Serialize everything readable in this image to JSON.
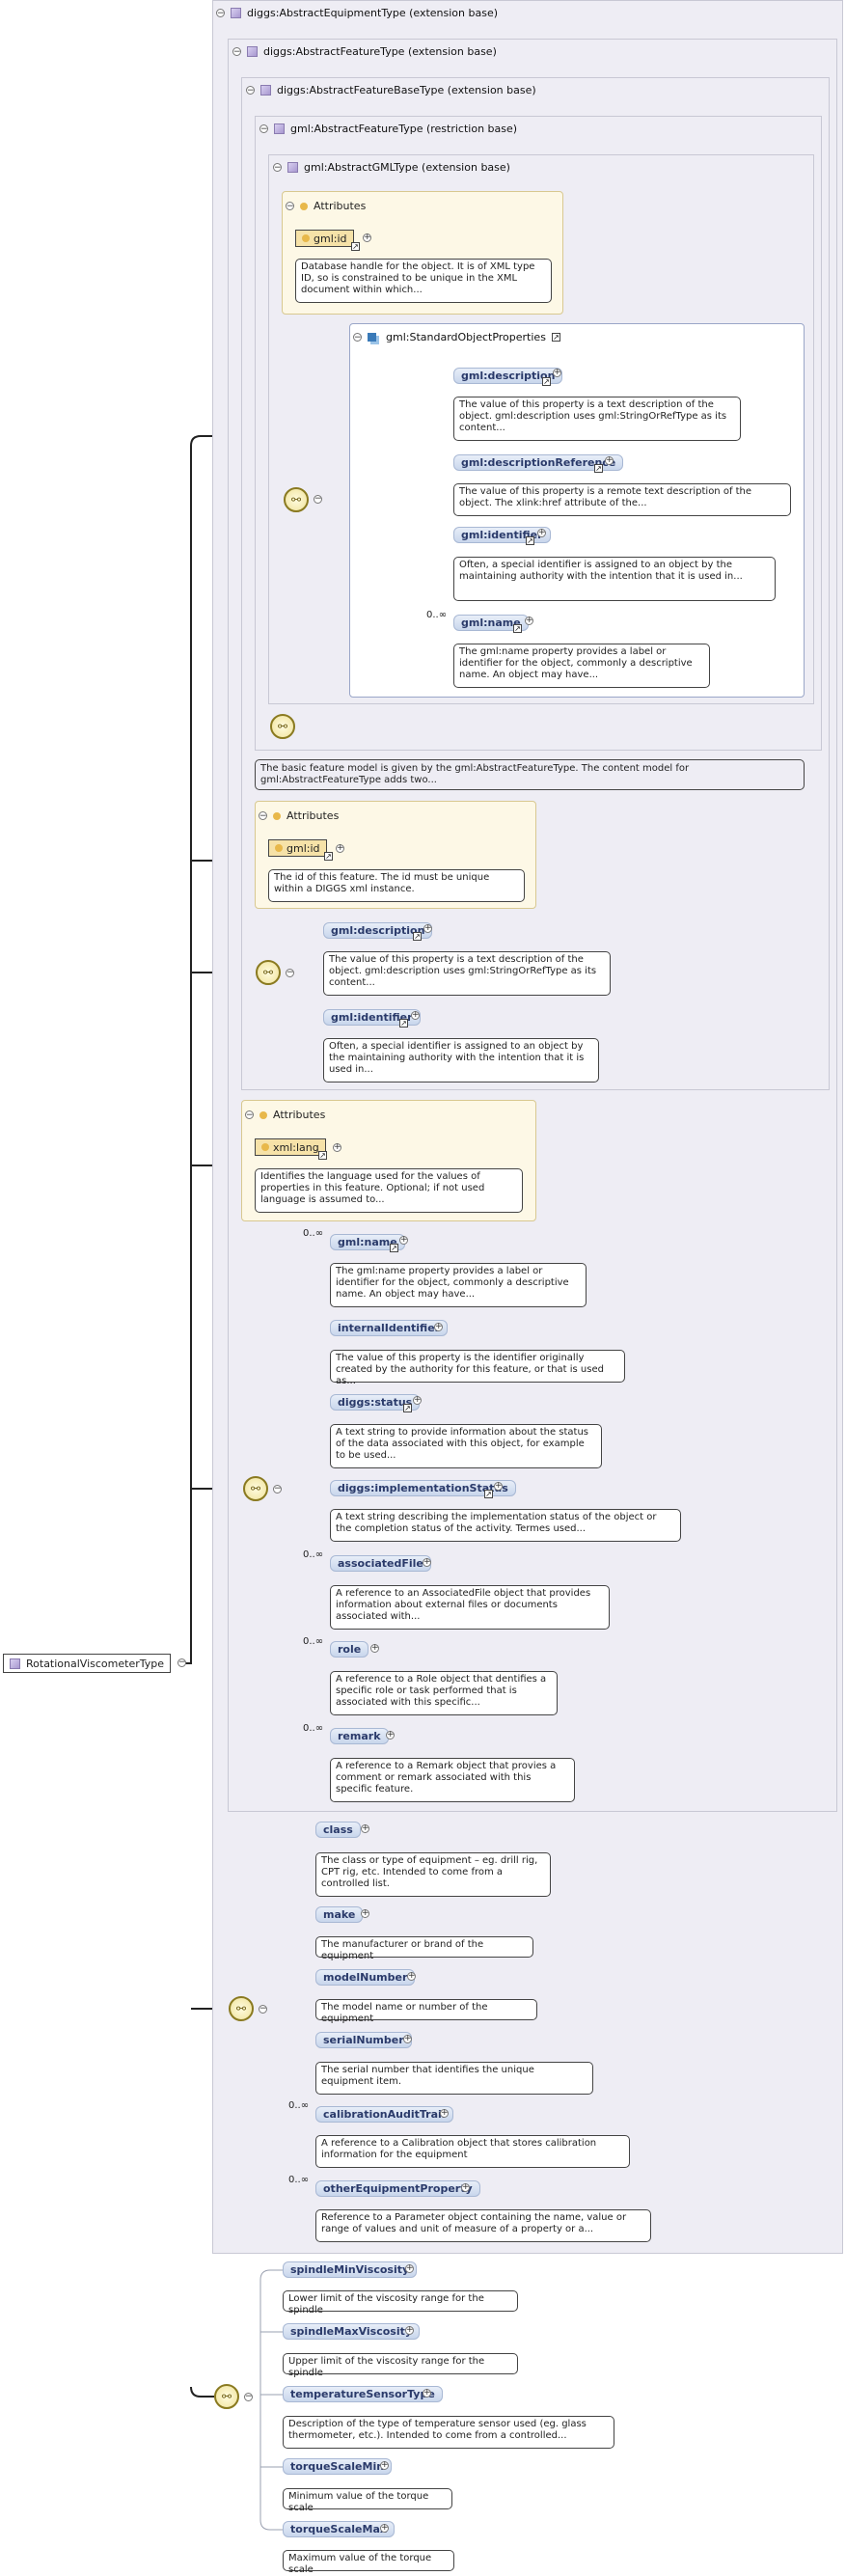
{
  "root": {
    "label": "RotationalViscometerType"
  },
  "types": {
    "equipment": "diggs:AbstractEquipmentType (extension base)",
    "feature": "diggs:AbstractFeatureType (extension base)",
    "featureBase": "diggs:AbstractFeatureBaseType (extension base)",
    "gmlFeature": "gml:AbstractFeatureType (restriction base)",
    "gmlGML": "gml:AbstractGMLType (extension base)"
  },
  "gmlAttributes": {
    "title": "Attributes",
    "id_label": "gml:id",
    "id_desc": "Database handle for the object. It is of XML type ID, so is constrained to be unique in the XML document within which..."
  },
  "standardProps": {
    "title": "gml:StandardObjectProperties",
    "items": [
      {
        "label": "gml:description",
        "desc": "The value of this property is a text description of the object. gml:description uses gml:StringOrRefType as its content...",
        "card": ""
      },
      {
        "label": "gml:descriptionReference",
        "desc": "The value of this property is a remote text description of the object. The xlink:href attribute of the...",
        "card": ""
      },
      {
        "label": "gml:identifier",
        "desc": "Often, a special identifier is assigned to an object by the maintaining authority with the intention that it is used in...",
        "card": ""
      },
      {
        "label": "gml:name",
        "desc": "The gml:name property provides a label or identifier for the object, commonly a descriptive name. An object may have...",
        "card": "0..∞"
      }
    ]
  },
  "featureDesc": "The basic feature model is given by the gml:AbstractFeatureType. The content model for gml:AbstractFeatureType adds two...",
  "baseAttributes": {
    "title": "Attributes",
    "id_label": "gml:id",
    "id_desc": "The id of this feature. The id must be unique within a DIGGS xml instance."
  },
  "baseElements": [
    {
      "label": "gml:description",
      "desc": "The value of this property is a text description of the object. gml:description uses gml:StringOrRefType as its content..."
    },
    {
      "label": "gml:identifier",
      "desc": "Often, a special identifier is assigned to an object by the maintaining authority with the intention that it is used in..."
    }
  ],
  "featureAttributes": {
    "title": "Attributes",
    "lang_label": "xml:lang",
    "lang_desc": "Identifies the language used for the values of properties in this feature. Optional; if not used language is assumed to..."
  },
  "featureElements": [
    {
      "label": "gml:name",
      "card": "0..∞",
      "desc": "The gml:name property provides a label or identifier for the object, commonly a descriptive name. An object may have..."
    },
    {
      "label": "internalIdentifier",
      "card": "",
      "desc": "The value of this property is the identifier originally created by the authority for this feature, or that is used as..."
    },
    {
      "label": "diggs:status",
      "card": "",
      "desc": "A text string to provide information about the status of the data associated with this object, for example to be used..."
    },
    {
      "label": "diggs:implementationStatus",
      "card": "",
      "desc": "A text string describing the implementation status of the object or the completion status of the activity. Termes used..."
    },
    {
      "label": "associatedFile",
      "card": "0..∞",
      "desc": "A reference to an AssociatedFile object that provides information about external files or documents associated with..."
    },
    {
      "label": "role",
      "card": "0..∞",
      "desc": "A reference to a Role object that dentifies a specific role or task performed that is associated with this specific..."
    },
    {
      "label": "remark",
      "card": "0..∞",
      "desc": "A reference to a Remark object that provies a comment or remark associated with this specific feature."
    }
  ],
  "equipmentElements": [
    {
      "label": "class",
      "card": "",
      "desc": "The class or type of equipment – eg. drill rig, CPT rig, etc. Intended to come from a controlled list."
    },
    {
      "label": "make",
      "card": "",
      "desc": "The manufacturer or brand of the equipment"
    },
    {
      "label": "modelNumber",
      "card": "",
      "desc": "The model name or number of the equipment"
    },
    {
      "label": "serialNumber",
      "card": "",
      "desc": "The serial number that identifies the unique equipment item."
    },
    {
      "label": "calibrationAuditTrail",
      "card": "0..∞",
      "desc": "A reference to a Calibration object that stores calibration information for the equipment"
    },
    {
      "label": "otherEquipmentProperty",
      "card": "0..∞",
      "desc": "Reference to a Parameter object containing the name, value or range of values and unit of measure of a property or a..."
    }
  ],
  "viscometerElements": [
    {
      "label": "spindleMinViscosity",
      "desc": "Lower limit of the viscosity range for the spindle"
    },
    {
      "label": "spindleMaxViscosity",
      "desc": "Upper limit of the viscosity range for the spindle"
    },
    {
      "label": "temperatureSensorType",
      "desc": "Description of the type of temperature sensor used (eg. glass thermometer, etc.). Intended to come from a controlled..."
    },
    {
      "label": "torqueScaleMin",
      "desc": "Minimum value of the torque scale"
    },
    {
      "label": "torqueScaleMax",
      "desc": "Maximum value of the torque scale"
    }
  ]
}
